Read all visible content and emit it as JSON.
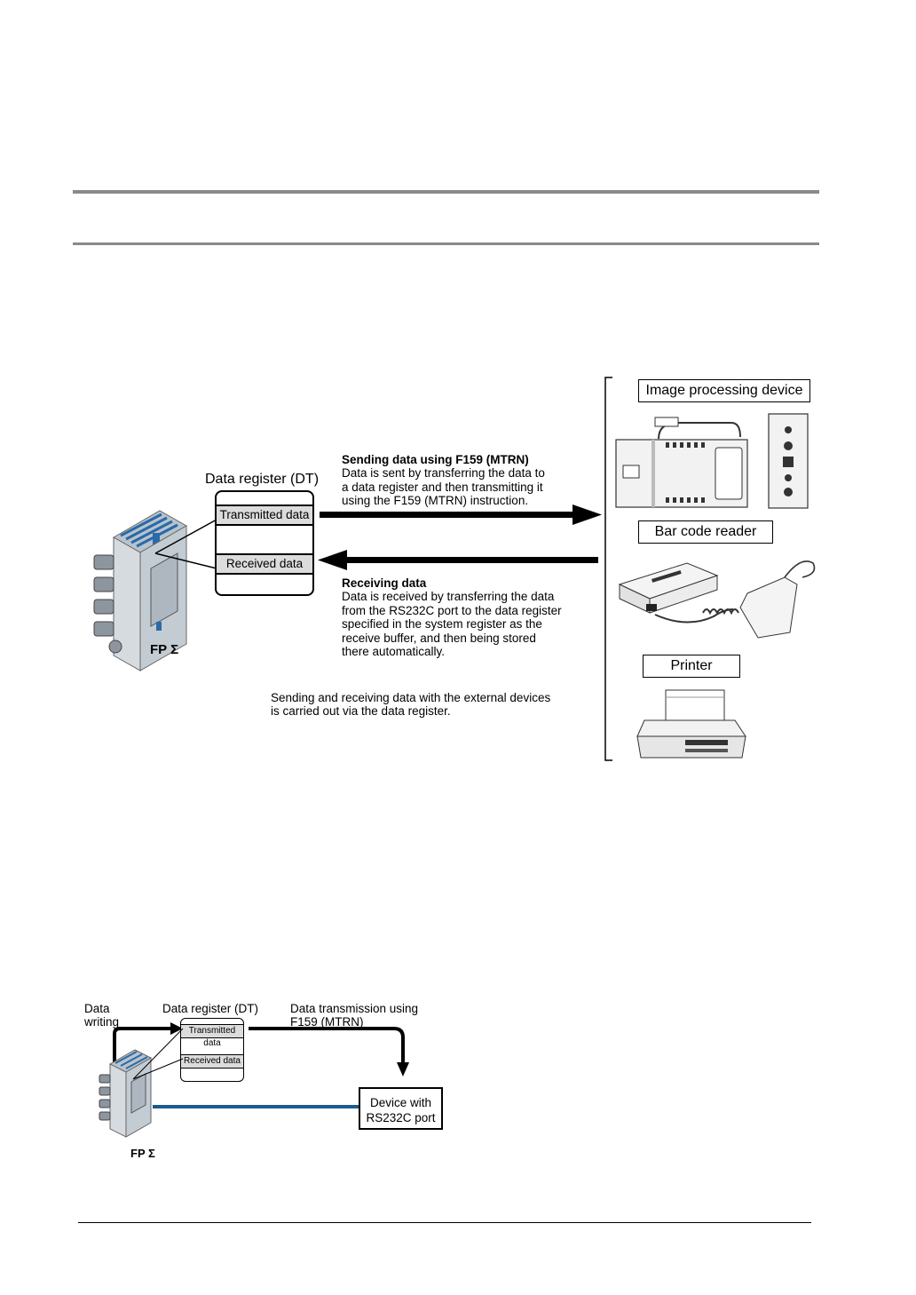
{
  "diagram1": {
    "data_register_title": "Data register (DT)",
    "transmitted_label": "Transmitted data",
    "received_label": "Received data",
    "plc_label": "FP Σ",
    "sending_heading": "Sending data using F159 (MTRN)",
    "sending_lines": [
      "Data is sent by transferring the data to",
      "a data register and then transmitting it",
      "using the F159 (MTRN) instruction."
    ],
    "receiving_heading": "Receiving data",
    "receiving_lines": [
      "Data is received by transferring the data",
      "from the RS232C port to the data register",
      "specified in the system register as the",
      "receive buffer, and then being stored",
      "there automatically."
    ],
    "note_lines": [
      "Sending and receiving data with the external devices",
      "is carried out via the data register."
    ],
    "devices": [
      {
        "label": "Image processing device",
        "icon": "image-processing-unit-icon"
      },
      {
        "label": "Bar code reader",
        "icon": "barcode-reader-icon"
      },
      {
        "label": "Printer",
        "icon": "printer-icon"
      }
    ]
  },
  "diagram2": {
    "data_writing_lines": [
      "Data",
      "writing"
    ],
    "data_register_title": "Data register (DT)",
    "transmission_lines": [
      "Data transmission using",
      "F159 (MTRN)"
    ],
    "transmitted_label": "Transmitted data",
    "received_label": "Received data",
    "device_lines": [
      "Device with",
      "RS232C port"
    ],
    "plc_label": "FP Σ",
    "cable_color": "#1a5a8c"
  }
}
